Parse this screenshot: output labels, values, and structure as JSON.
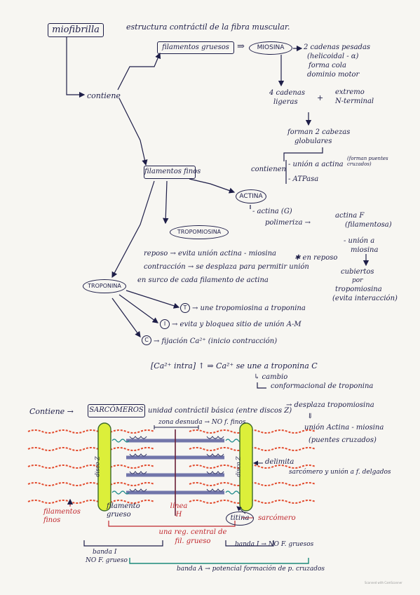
{
  "title": "miofibrilla",
  "definition": "estructura contráctil de la fibra muscular.",
  "contiene_label": "contiene",
  "thick": {
    "label": "filamentos gruesos",
    "arrow": "⇒",
    "protein": "MIOSINA",
    "heavy_1": "2 cadenas pesadas",
    "heavy_2": "(helicoidal - α)",
    "heavy_3": "forma cola",
    "heavy_4": "dominio motor",
    "light_1": "4 cadenas",
    "light_2": "ligeras",
    "plus": "+",
    "nterm_1": "extremo",
    "nterm_2": "N-terminal",
    "heads_1": "forman 2 cabezas",
    "heads_2": "globulares",
    "contain": "contienen",
    "site_1": "- unión a actina",
    "site_1_note": "(forman puentes cruzados)",
    "site_2": "- ATPasa"
  },
  "thin": {
    "label": "filamentos finos",
    "actina": "ACTINA",
    "actina_g": "- actina (G)",
    "polimeriza": "polimeriza →",
    "actina_f_1": "actina F",
    "actina_f_2": "(filamentosa)",
    "union_1": "- unión a",
    "union_2": "miosina",
    "reposo": "✱ en reposo",
    "cubiertos_1": "cubiertos",
    "cubiertos_2": "por",
    "cubiertos_3": "tropomiosina",
    "cubiertos_4": "(evita interacción)",
    "tropomiosina": "TROPOMIOSINA",
    "tropo_1": "reposo → evita unión actina - miosina",
    "tropo_2": "contracción → se desplaza para permitir unión",
    "tropo_3": "en surco de cada filamento de actina",
    "troponina": "TROPONINA",
    "tn_t": "T",
    "tn_t_text": "→ une tropomiosina a troponina",
    "tn_i": "I",
    "tn_i_text": "→ evita y bloquea sitio de unión A-M",
    "tn_c": "C",
    "tn_c_text": "→ fijación Ca²⁺ (inicio contracción)",
    "ca_1": "[Ca²⁺ intra] ↑ ⇒ Ca²⁺ se une a troponina C",
    "ca_2": "↳ cambio",
    "ca_3": "conformacional de troponina",
    "ca_4": "→ desplaza tropomiosina",
    "ca_5": "⇓",
    "ca_6": "unión Actina - miosina",
    "ca_7": "(puentes cruzados)"
  },
  "sarcomere": {
    "contiene": "Contiene →",
    "label": "SARCÓMEROS",
    "definition": "unidad contráctil básica (entre discos Z)",
    "zona": "zona desnuda → NO f. finos",
    "disco_left": "disco Z",
    "disco_right": "disco Z",
    "delimita": "delimita",
    "delimita_2": "sarcómero y unión a f. delgados",
    "finos": "filamentos finos",
    "grueso": "filamento grueso",
    "linea_h": "línea H",
    "titina": "titina",
    "sarcomero_label": "sarcómero",
    "zona_central": "una reg. central de fil. grueso",
    "banda_i_left_1": "banda I",
    "banda_i_left_2": "NO F. grueso",
    "banda_i_right": "banda I → NO F. gruesos",
    "banda_a": "banda A → potencial formación de p. cruzados"
  },
  "footer": "Scanned with CamScanner",
  "colors": {
    "ink": "#1e1e48",
    "red": "#c0272d",
    "thin_filament": "#e24a2c",
    "disc_fill": "#dcef3a",
    "disc_border": "#3d6b2a",
    "thick_filament": "#5a5f9e",
    "titin": "#1d8a8a",
    "band_a": "#1d8a7a"
  }
}
